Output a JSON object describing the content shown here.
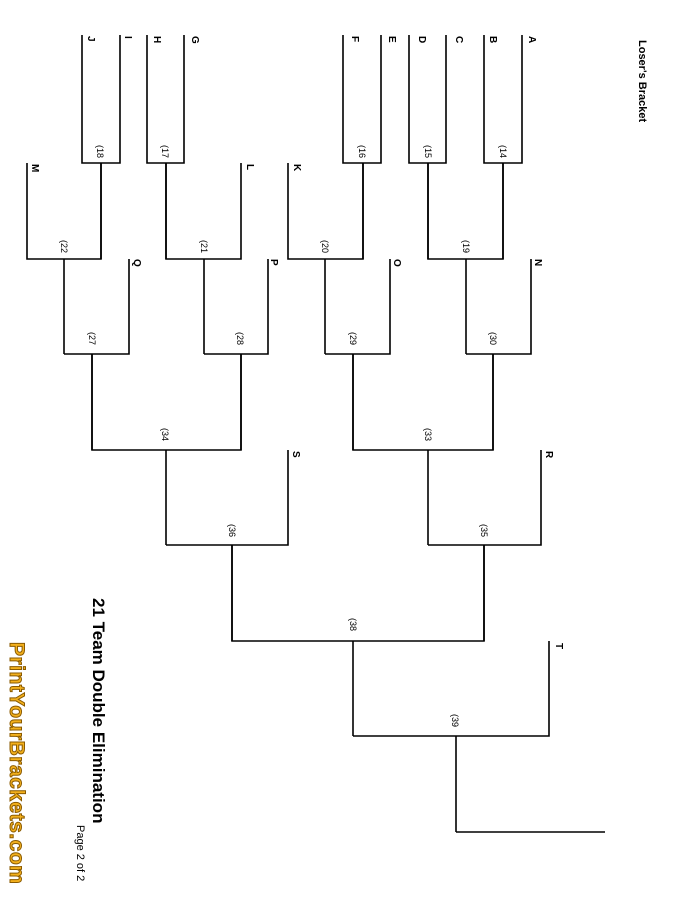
{
  "header": {
    "bracket_label": "Loser's Bracket"
  },
  "title": {
    "main": "21 Team Double Elimination",
    "page": "Page 2 of 2"
  },
  "logo": {
    "text": "PrintYourBrackets.com",
    "color": "#f3b01c"
  },
  "entries": [
    "A",
    "B",
    "C",
    "D",
    "E",
    "F",
    "G",
    "H",
    "I",
    "J",
    "K",
    "L",
    "M",
    "N",
    "O",
    "P",
    "Q",
    "R",
    "S",
    "T"
  ],
  "games": [
    "(14",
    "(15",
    "(16",
    "(17",
    "(18",
    "(19",
    "(20",
    "(21",
    "(22",
    "(27",
    "(28",
    "(29",
    "(30",
    "(33",
    "(34",
    "(35",
    "(36",
    "(38",
    "(39"
  ]
}
